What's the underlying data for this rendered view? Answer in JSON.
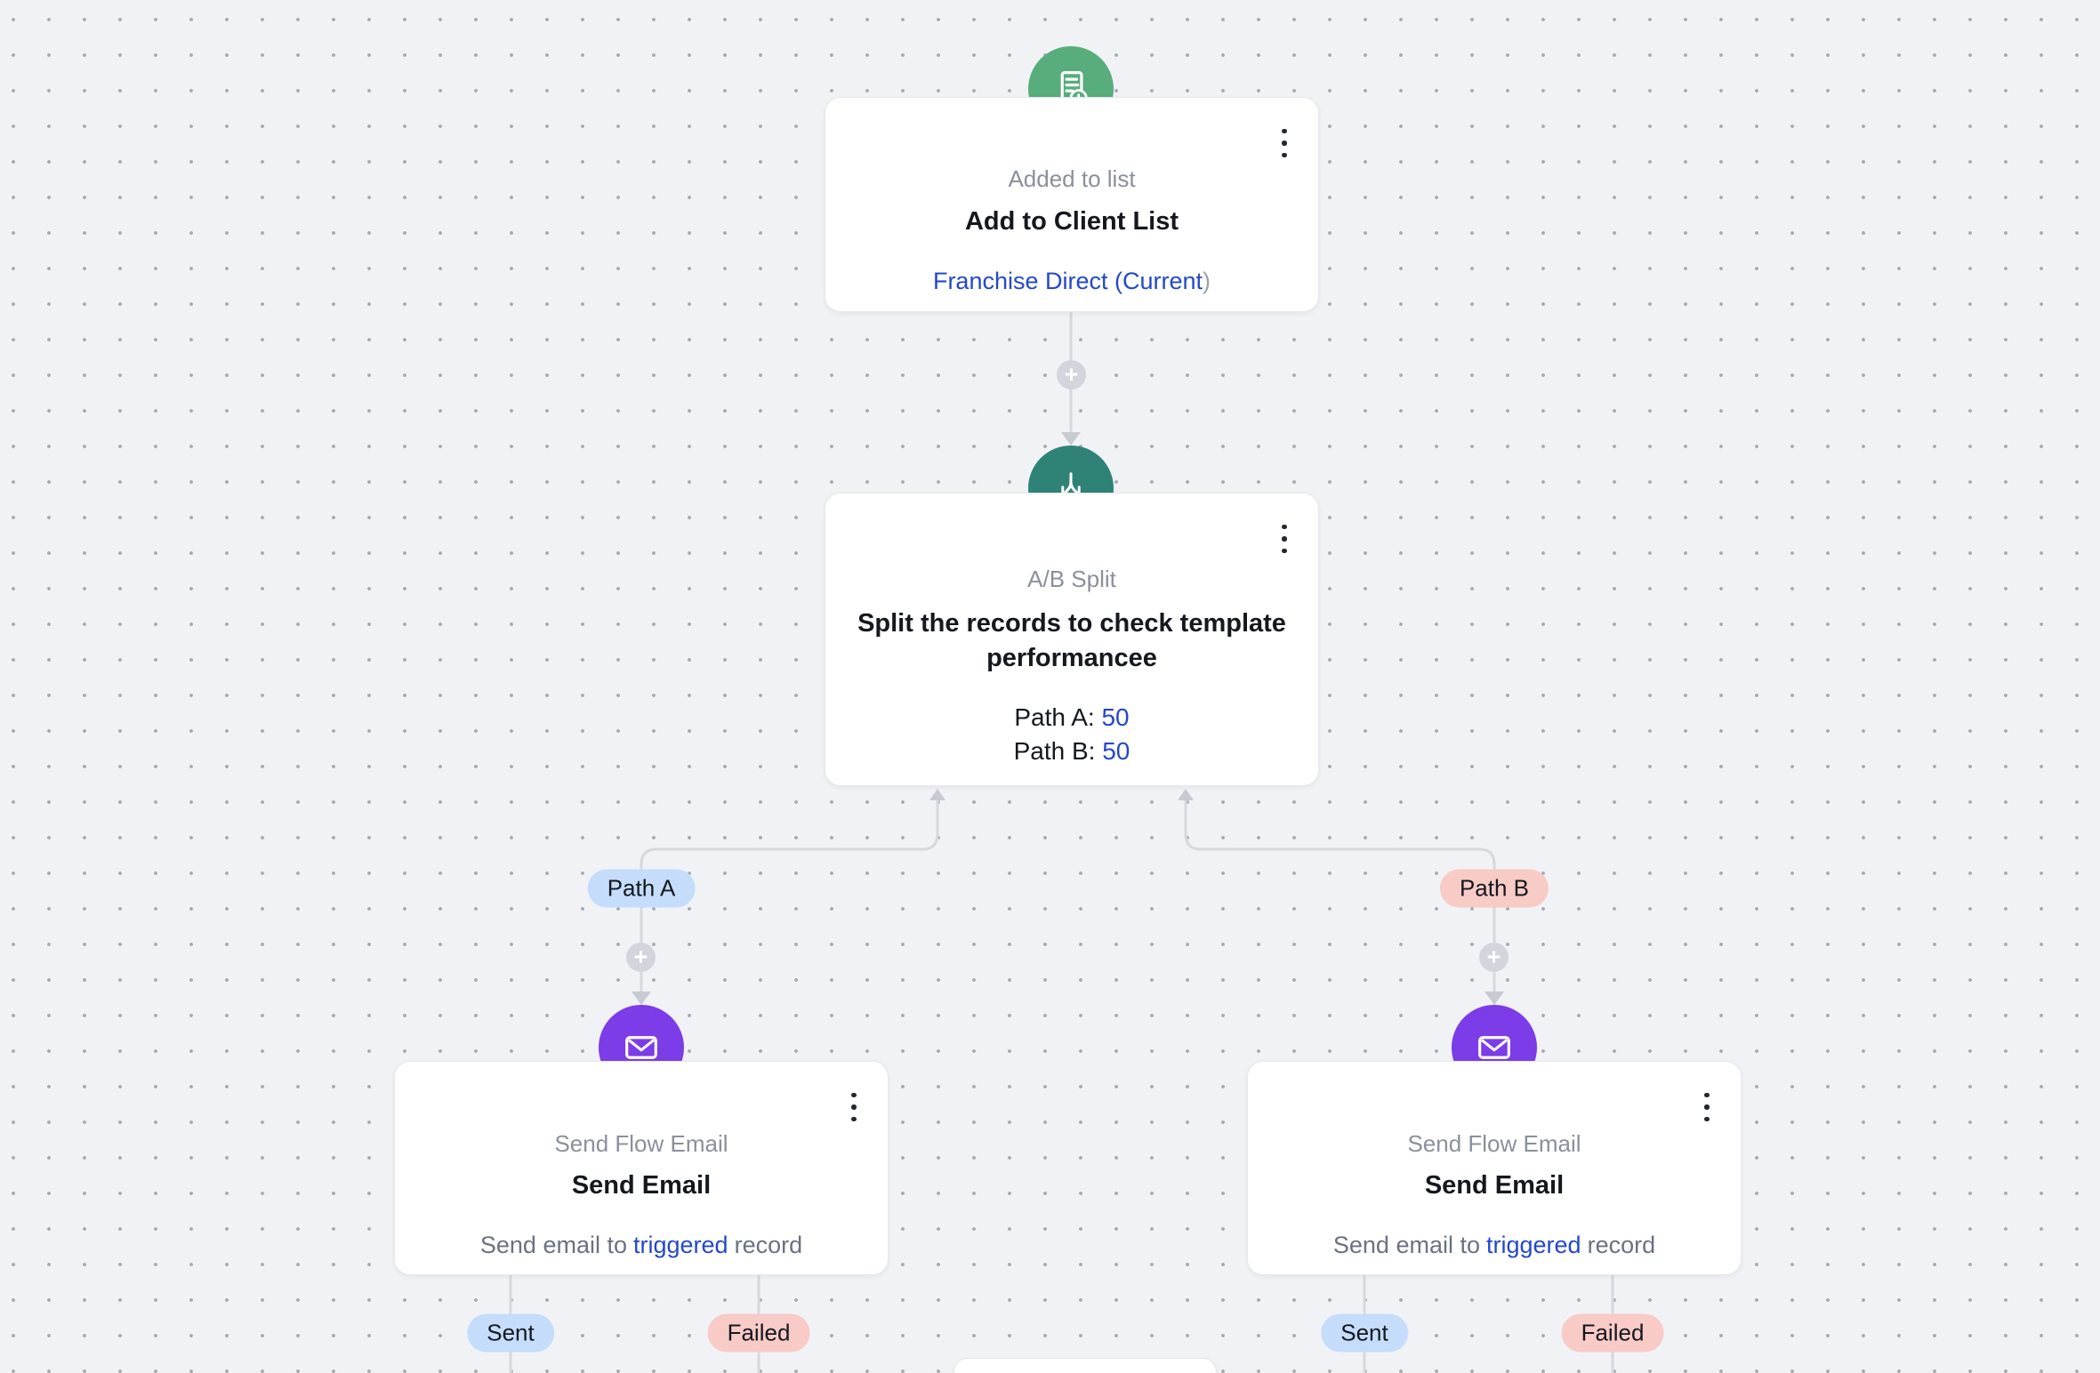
{
  "flow": {
    "trigger_node": {
      "type_label": "Added to list",
      "title": "Add to Client List",
      "link": "Franchise Direct (Current",
      "link_close_paren": ")"
    },
    "split_node": {
      "type_label": "A/B Split",
      "title": "Split the records to check template performancee",
      "paths": [
        {
          "label": "Path A:",
          "value": "50"
        },
        {
          "label": "Path B:",
          "value": "50"
        }
      ]
    },
    "branches": [
      {
        "badge_label": "Path A",
        "email_node": {
          "type_label": "Send Flow Email",
          "title": "Send Email",
          "desc_prefix": "Send email to",
          "desc_highlight": "triggered",
          "desc_suffix": "record"
        },
        "outcomes": {
          "sent_label": "Sent",
          "failed_label": "Failed"
        }
      },
      {
        "badge_label": "Path B",
        "email_node": {
          "type_label": "Send Flow Email",
          "title": "Send Email",
          "desc_prefix": "Send email to",
          "desc_highlight": "triggered",
          "desc_suffix": "record"
        },
        "outcomes": {
          "sent_label": "Sent",
          "failed_label": "Failed"
        }
      }
    ]
  },
  "icons": {
    "trigger": "document-add-icon",
    "split": "ab-split-icon",
    "email": "envelope-icon",
    "node_menu": "kebab-menu-icon",
    "connector_add": "plus-icon",
    "connector_arrow": "arrow-down-icon"
  },
  "theme": {
    "canvas_bg": "#f1f2f6",
    "dot_grid": "#a6a9b3",
    "trigger_green": "#57ad7c",
    "split_teal": "#2e8376",
    "email_purple": "#7c3ce8",
    "link_blue": "#2348cb",
    "badge_blue_bg": "#c5ddfb",
    "badge_red_bg": "#f8cbc7",
    "connector_gray": "#d6d8dd"
  }
}
